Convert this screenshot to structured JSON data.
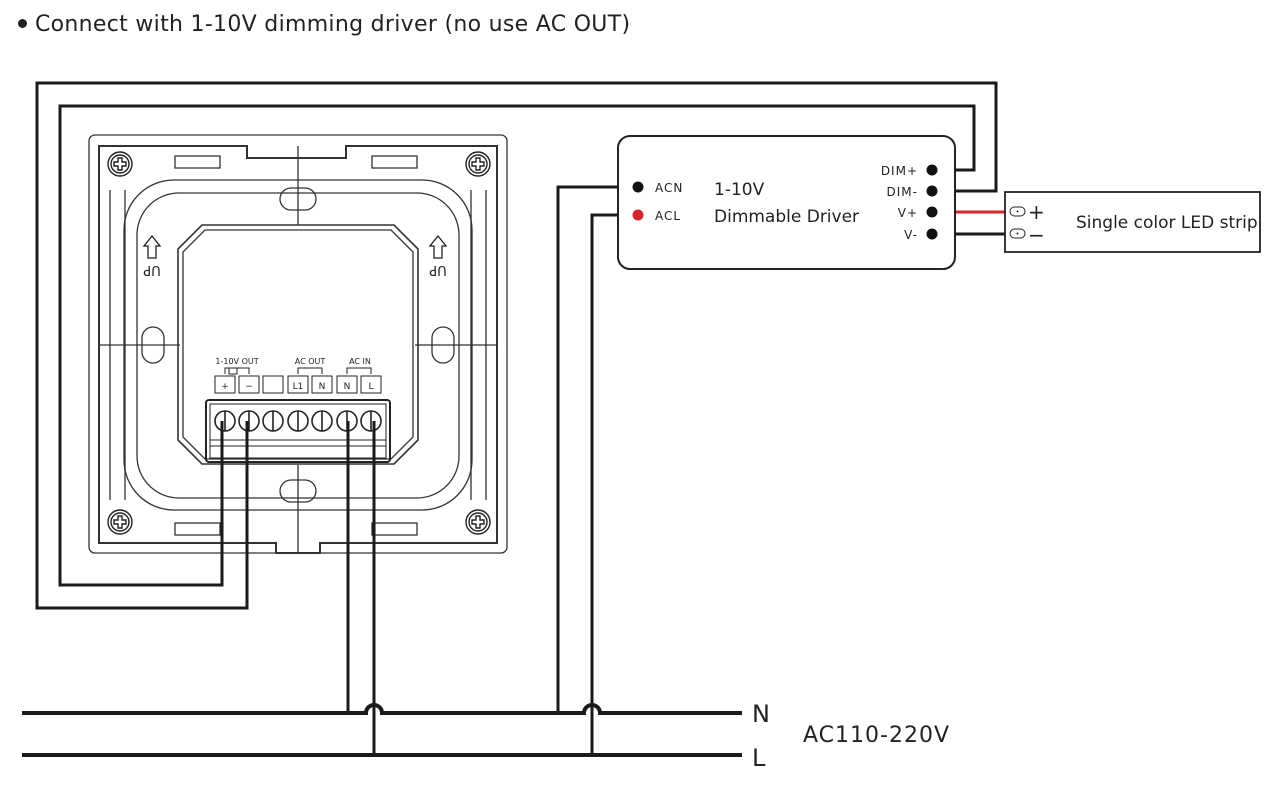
{
  "title": "Connect with 1-10V dimming driver (no use AC OUT)",
  "colors": {
    "wire": "#1a1a1a",
    "live_wire": "#d9232a",
    "outline": "#333333"
  },
  "panel": {
    "up_label": "UP",
    "terminal_groups": {
      "dim_out": "1-10V OUT",
      "ac_out": "AC OUT",
      "ac_in": "AC IN"
    },
    "terminals": [
      "+",
      "−",
      "",
      "L1",
      "N",
      "N",
      "L"
    ]
  },
  "driver": {
    "title_line1": "1-10V",
    "title_line2": "Dimmable Driver",
    "inputs": [
      "ACN",
      "ACL"
    ],
    "outputs": [
      "DIM+",
      "DIM-",
      "V+",
      "V-"
    ]
  },
  "led_strip": {
    "label": "Single color LED strip",
    "plus": "+",
    "minus": "−"
  },
  "mains": {
    "neutral_label": "N",
    "live_label": "L",
    "voltage_label": "AC110-220V"
  }
}
